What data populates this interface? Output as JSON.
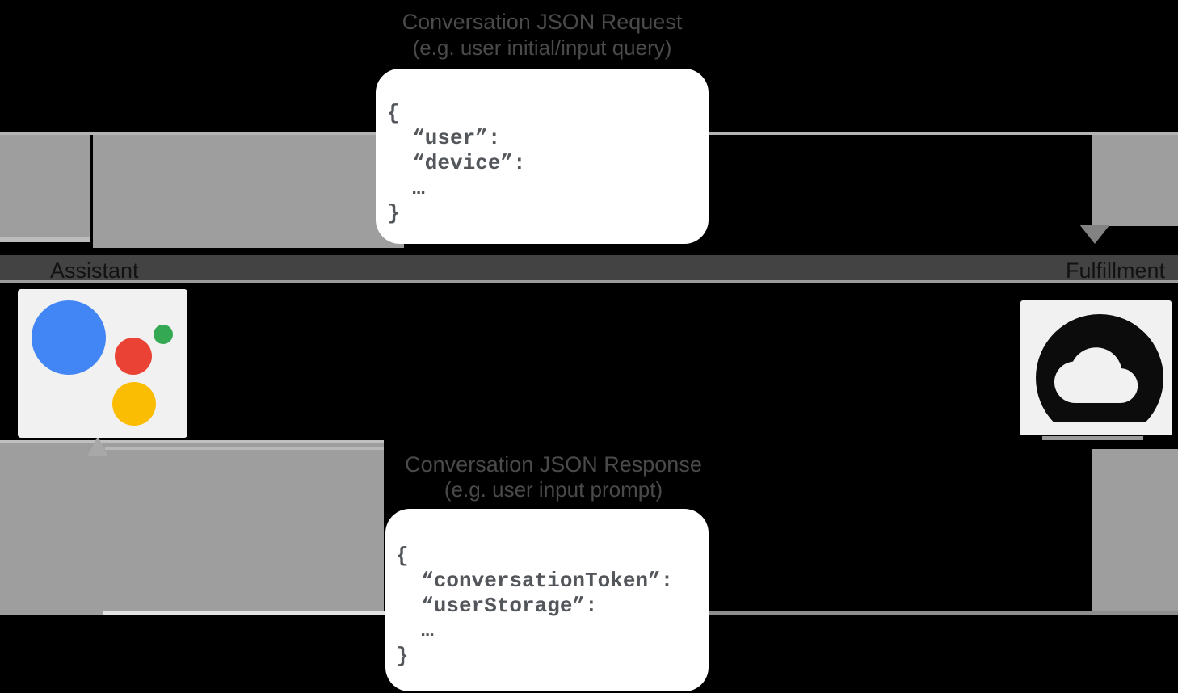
{
  "request": {
    "title": "Conversation JSON Request",
    "subtitle": "(e.g. user initial/input query)",
    "json": {
      "l0": "{",
      "l1": "  “user”:",
      "l2": "  “device”:",
      "l3": "  …",
      "l4": "}"
    }
  },
  "response": {
    "title": "Conversation JSON Response",
    "subtitle": "(e.g. user input prompt)",
    "json": {
      "l0": "{",
      "l1": "  “conversationToken”:",
      "l2": "  “userStorage”:",
      "l3": "  …",
      "l4": "}"
    }
  },
  "nodes": {
    "assistant": {
      "label": "Assistant",
      "icon": "google-assistant-logo"
    },
    "fulfillment": {
      "label": "Fulfillment",
      "icon": "cloud-icon"
    }
  },
  "colors": {
    "background": "#000000",
    "arrow_band": "#9e9e9e",
    "band_edge_light": "#c0c0c0",
    "response_line_light": "#e3e3e3",
    "request_arrowhead": "#828282",
    "response_arrowhead": "#a8a8a8",
    "label_band": "#434343",
    "label_band_border": "#9c9c9c",
    "node_label_text": "#121212",
    "caption_text": "#4a4a4a",
    "card_background": "#f1f1f1",
    "json_box_background": "#ffffff",
    "json_text": "#53565a",
    "assistant_blue": "#4285f4",
    "assistant_red": "#ea4335",
    "assistant_green": "#34a853",
    "assistant_yellow": "#fbbc04",
    "cloud_icon_black": "#0c0c0c"
  }
}
